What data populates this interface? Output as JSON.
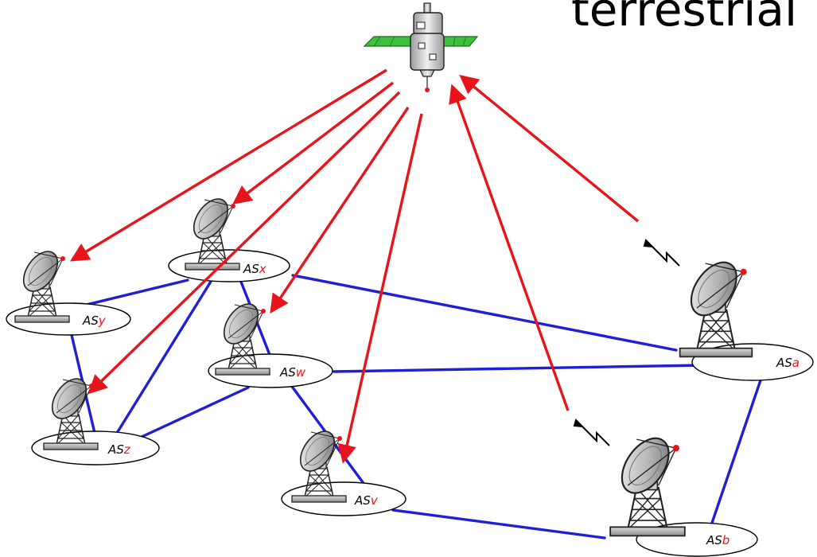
{
  "diagram": {
    "title_fragment": "terrestrial",
    "link_color_satellite": "#e8141b",
    "link_color_terrestrial": "#1f1fd6",
    "nodes": [
      {
        "id": "x",
        "prefix": "AS",
        "suffix": "x"
      },
      {
        "id": "y",
        "prefix": "AS",
        "suffix": "y"
      },
      {
        "id": "w",
        "prefix": "AS",
        "suffix": "w"
      },
      {
        "id": "z",
        "prefix": "AS",
        "suffix": "z"
      },
      {
        "id": "v",
        "prefix": "AS",
        "suffix": "v"
      },
      {
        "id": "a",
        "prefix": "AS",
        "suffix": "a"
      },
      {
        "id": "b",
        "prefix": "AS",
        "suffix": "b"
      }
    ],
    "icons": {
      "satellite": "satellite-icon",
      "dish": "satellite-dish-icon",
      "uplink": "lightning-icon"
    }
  }
}
